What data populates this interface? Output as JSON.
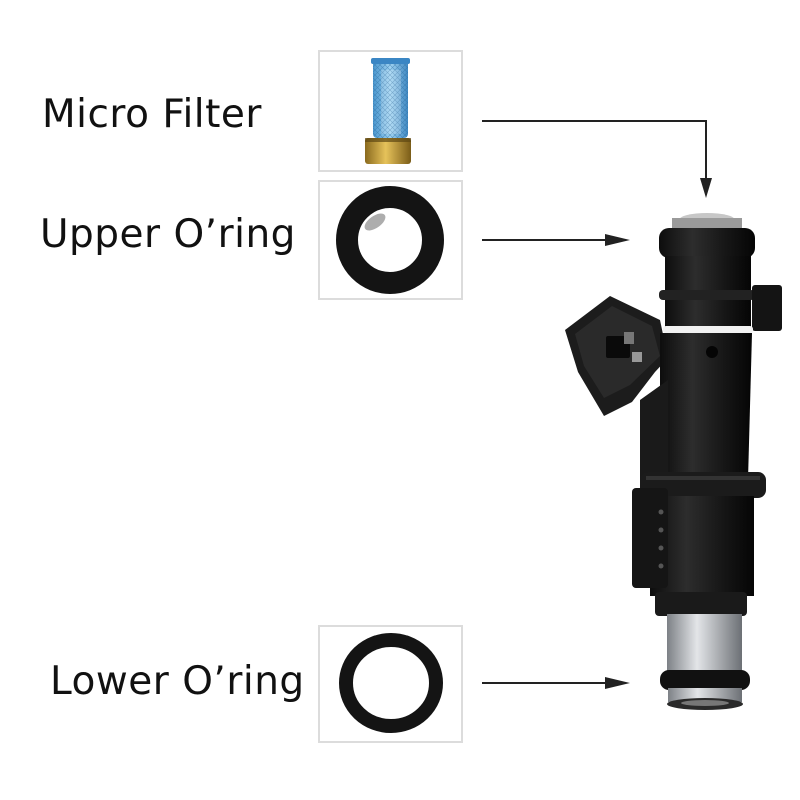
{
  "labels": {
    "micro_filter": "Micro Filter",
    "upper_oring": "Upper O’ring",
    "lower_oring": "Lower O’ring"
  },
  "colors": {
    "injector_body": "#1a1a1a",
    "filter_mesh": "#6fb7e6",
    "filter_base": "#c9a23a",
    "oring": "#141414",
    "nozzle_metal": "#b9bcc0",
    "arrow": "#222222"
  },
  "icons": [
    "micro-filter-icon",
    "upper-oring-icon",
    "lower-oring-icon",
    "fuel-injector-icon"
  ]
}
